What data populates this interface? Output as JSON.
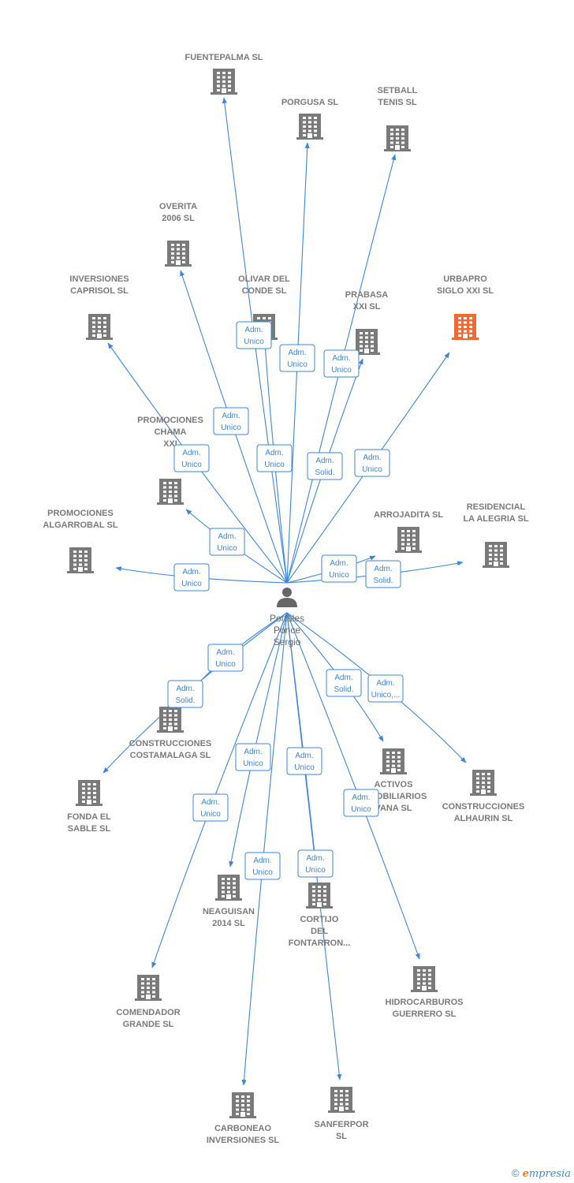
{
  "center": {
    "name": [
      "Portales",
      "Ponce",
      "Sergio"
    ]
  },
  "colors": {
    "edge": "#3f86d6",
    "building": "#7a7a7a",
    "highlight": "#f26a32"
  },
  "companies": [
    {
      "id": "fuentepalma",
      "lines": [
        "FUENTEPALMA SL"
      ],
      "highlight": false
    },
    {
      "id": "porgusa",
      "lines": [
        "PORGUSA SL"
      ],
      "highlight": false
    },
    {
      "id": "setball",
      "lines": [
        "SETBALL",
        "TENIS SL"
      ],
      "highlight": false
    },
    {
      "id": "overita",
      "lines": [
        "OVERITA",
        "2006  SL"
      ],
      "highlight": false
    },
    {
      "id": "inversiones-caprisol",
      "lines": [
        "INVERSIONES",
        "CAPRISOL  SL"
      ],
      "highlight": false
    },
    {
      "id": "olivar",
      "lines": [
        "OLIVAR DEL",
        "CONDE SL"
      ],
      "highlight": false
    },
    {
      "id": "prabasa",
      "lines": [
        "PRABASA",
        "XXI SL"
      ],
      "highlight": false
    },
    {
      "id": "urbapro",
      "lines": [
        "URBAPRO",
        "SIGLO XXI  SL"
      ],
      "highlight": true
    },
    {
      "id": "promociones-chama",
      "lines": [
        "PROMOCIONES",
        "CHAMA",
        "XXI"
      ],
      "highlight": false
    },
    {
      "id": "promociones-algarrobal",
      "lines": [
        "PROMOCIONES",
        "ALGARROBAL SL"
      ],
      "highlight": false
    },
    {
      "id": "arrojadita",
      "lines": [
        "ARROJADITA SL"
      ],
      "highlight": false
    },
    {
      "id": "residencial",
      "lines": [
        "RESIDENCIAL",
        "LA ALEGRIA SL"
      ],
      "highlight": false
    },
    {
      "id": "construcciones-costamalaga",
      "lines": [
        "CONSTRUCCIONES",
        "COSTAMALAGA SL"
      ],
      "highlight": false
    },
    {
      "id": "fonda",
      "lines": [
        "FONDA EL",
        "SABLE SL"
      ],
      "highlight": false
    },
    {
      "id": "activos",
      "lines": [
        "ACTIVOS",
        "INMOBILIARIOS",
        "VANA SL"
      ],
      "highlight": false
    },
    {
      "id": "construcciones-alhaurin",
      "lines": [
        "CONSTRUCCIONES",
        "ALHAURIN SL"
      ],
      "highlight": false
    },
    {
      "id": "neaguisan",
      "lines": [
        "NEAGUISAN",
        "2014  SL"
      ],
      "highlight": false
    },
    {
      "id": "cortijo",
      "lines": [
        "CORTIJO",
        "DEL",
        "FONTARRON..."
      ],
      "highlight": false
    },
    {
      "id": "comendador",
      "lines": [
        "COMENDADOR",
        "GRANDE SL"
      ],
      "highlight": false
    },
    {
      "id": "hidrocarburos",
      "lines": [
        "HIDROCARBUROS",
        "GUERRERO SL"
      ],
      "highlight": false
    },
    {
      "id": "carboneao",
      "lines": [
        "CARBONEAO",
        "INVERSIONES SL"
      ],
      "highlight": false
    },
    {
      "id": "sanferpor",
      "lines": [
        "SANFERPOR",
        "SL"
      ],
      "highlight": false
    }
  ],
  "relations": [
    {
      "to": "fuentepalma",
      "role": [
        "Adm.",
        "Unico"
      ]
    },
    {
      "to": "porgusa",
      "role": [
        "Adm.",
        "Unico"
      ]
    },
    {
      "to": "setball",
      "role": [
        "Adm.",
        "Unico"
      ]
    },
    {
      "to": "overita",
      "role": [
        "Adm.",
        "Unico"
      ]
    },
    {
      "to": "inversiones-caprisol",
      "role": [
        "Adm.",
        "Unico"
      ]
    },
    {
      "to": "olivar",
      "role": [
        "Adm.",
        "Unico"
      ]
    },
    {
      "to": "prabasa",
      "role": [
        "Adm.",
        "Solid."
      ]
    },
    {
      "to": "urbapro",
      "role": [
        "Adm.",
        "Unico"
      ]
    },
    {
      "to": "promociones-chama",
      "role": [
        "Adm.",
        "Unico"
      ]
    },
    {
      "to": "promociones-algarrobal",
      "role": [
        "Adm.",
        "Unico"
      ]
    },
    {
      "to": "arrojadita",
      "role": [
        "Adm.",
        "Unico"
      ]
    },
    {
      "to": "residencial",
      "role": [
        "Adm.",
        "Solid."
      ]
    },
    {
      "to": "construcciones-costamalaga",
      "role": [
        "Adm.",
        "Unico"
      ]
    },
    {
      "to": "fonda",
      "role": [
        "Adm.",
        "Solid."
      ]
    },
    {
      "to": "activos",
      "role": [
        "Adm.",
        "Solid."
      ]
    },
    {
      "to": "construcciones-alhaurin",
      "role": [
        "Adm.",
        "Unico,..."
      ]
    },
    {
      "to": "neaguisan",
      "role": [
        "Adm.",
        "Unico"
      ]
    },
    {
      "to": "cortijo",
      "role": [
        "Adm.",
        "Unico"
      ]
    },
    {
      "to": "comendador",
      "role": [
        "Adm.",
        "Unico"
      ]
    },
    {
      "to": "hidrocarburos",
      "role": [
        "Adm.",
        "Unico"
      ]
    },
    {
      "to": "carboneao",
      "role": [
        "Adm.",
        "Unico"
      ]
    },
    {
      "to": "sanferpor",
      "role": [
        "Adm.",
        "Unico"
      ]
    }
  ],
  "footer": {
    "copyright": "©",
    "brand_initial": "e",
    "brand_rest": "mpresia"
  }
}
